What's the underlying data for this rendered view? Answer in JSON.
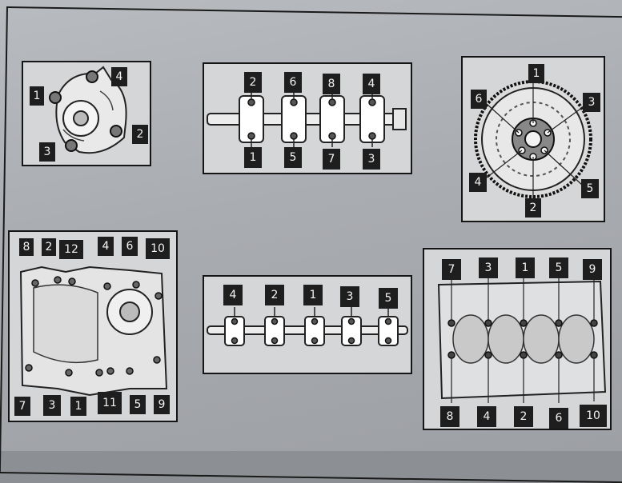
{
  "figures": [
    {
      "name": "water-pump",
      "labels": [
        "1",
        "2",
        "3",
        "4"
      ]
    },
    {
      "name": "camshaft-upper",
      "labels": [
        "2",
        "6",
        "8",
        "4",
        "1",
        "5",
        "7",
        "3"
      ]
    },
    {
      "name": "flywheel",
      "labels": [
        "1",
        "6",
        "3",
        "4",
        "5",
        "2"
      ]
    },
    {
      "name": "front-cover",
      "labels": [
        "8",
        "2",
        "12",
        "4",
        "6",
        "10",
        "7",
        "3",
        "1",
        "11",
        "5",
        "9"
      ]
    },
    {
      "name": "camshaft-lower",
      "labels": [
        "4",
        "2",
        "1",
        "3",
        "5"
      ]
    },
    {
      "name": "cylinder-head",
      "labels": [
        "7",
        "3",
        "1",
        "5",
        "9",
        "8",
        "4",
        "2",
        "6",
        "10"
      ]
    }
  ]
}
